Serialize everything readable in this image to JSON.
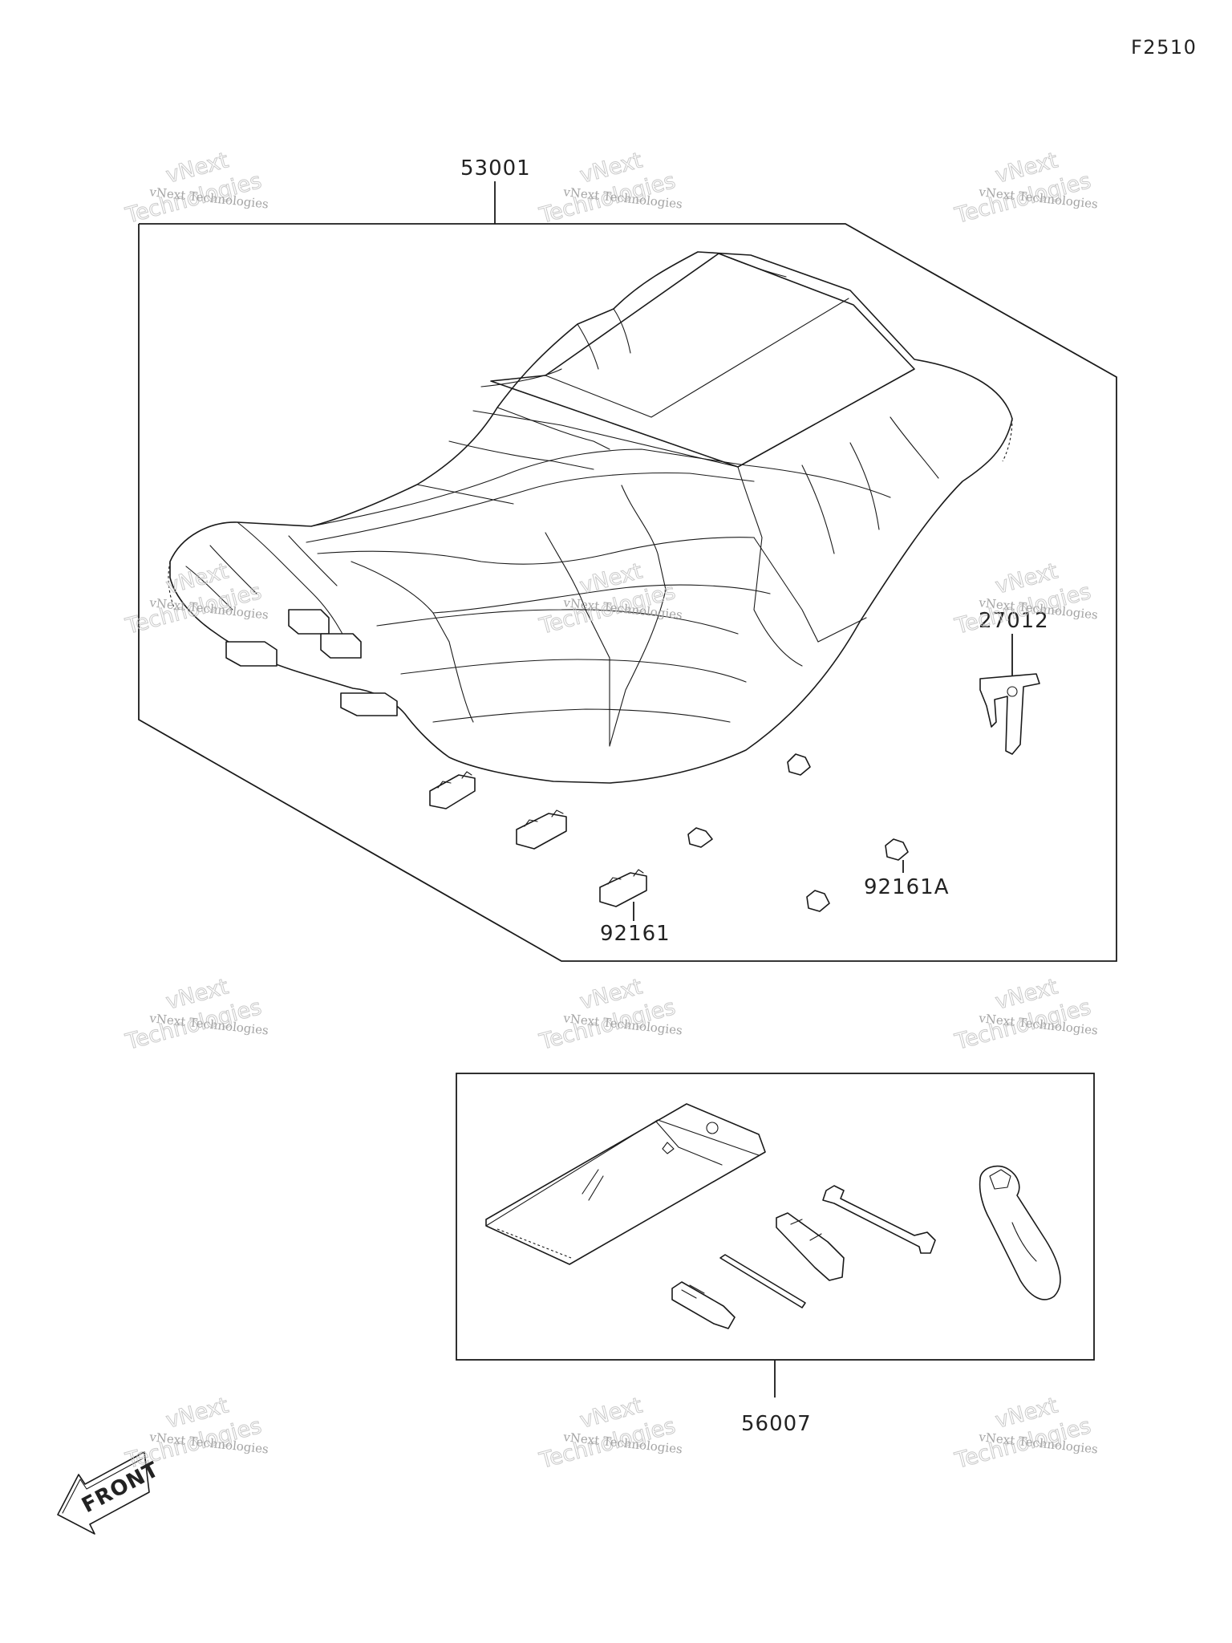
{
  "figure_ref": "F2510",
  "parts": {
    "seat_assembly": "53001",
    "seat_bracket": "27012",
    "damper": "92161",
    "damper_a": "92161A",
    "tool_kit": "56007"
  },
  "front_marker": "FRONT",
  "watermark": {
    "line_small": "vNext Technologies",
    "line_top": "vNext",
    "line_bottom": "Technologies"
  },
  "colors": {
    "line": "#1a1a1a",
    "background": "#ffffff",
    "watermark": "#c4c4c4"
  }
}
